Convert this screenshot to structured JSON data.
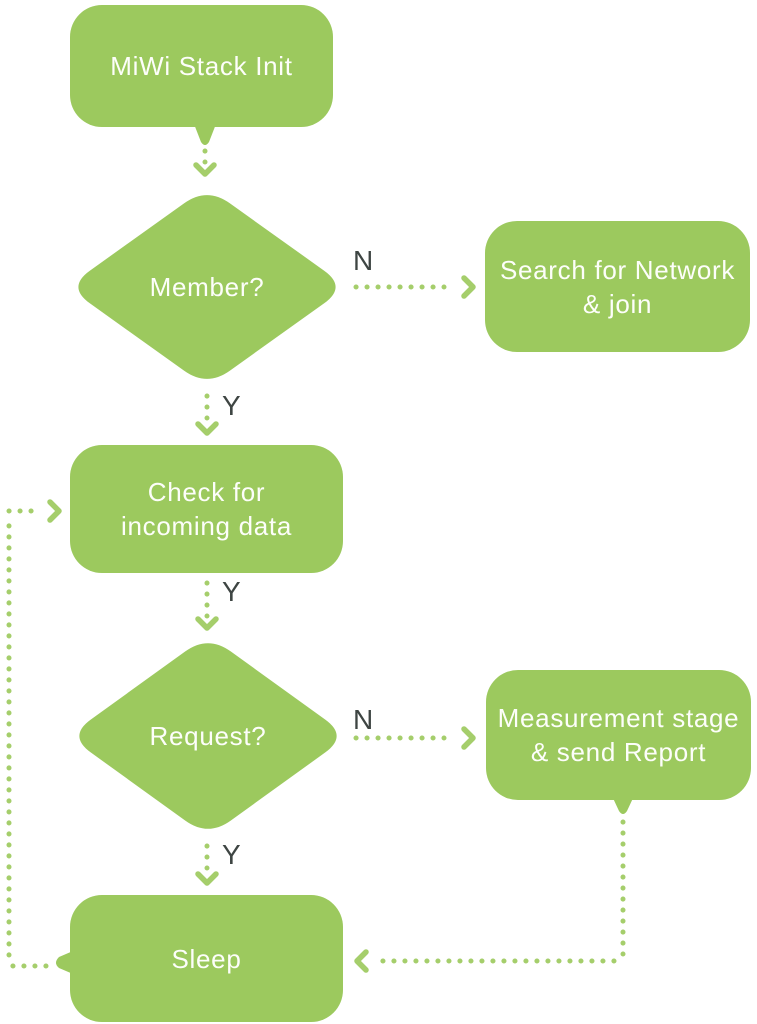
{
  "colors": {
    "node_green": "#9cc95e",
    "connector_green": "#a5ce6b",
    "label_dark": "#3e4543",
    "text_white": "#fdfefa",
    "page_bg": "#ffffff"
  },
  "nodes": {
    "init": {
      "lines": [
        "MiWi Stack Init"
      ]
    },
    "member": {
      "lines": [
        "Member?"
      ]
    },
    "search": {
      "lines": [
        "Search for Network",
        "& join"
      ]
    },
    "check": {
      "lines": [
        "Check for",
        "incoming data"
      ]
    },
    "request": {
      "lines": [
        "Request?"
      ]
    },
    "measure": {
      "lines": [
        "Measurement stage",
        "& send Report"
      ]
    },
    "sleep": {
      "lines": [
        "Sleep"
      ]
    }
  },
  "edge_labels": {
    "member_no": "N",
    "member_yes": "Y",
    "check_yes": "Y",
    "request_no": "N",
    "request_yes": "Y"
  }
}
